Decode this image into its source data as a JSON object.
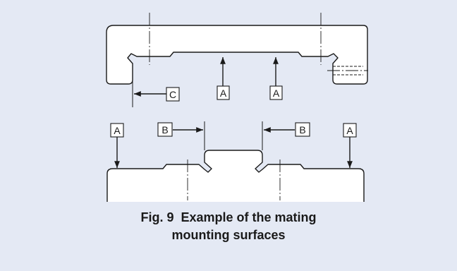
{
  "figure": {
    "caption_line1": "Fig. 9  Example of the mating",
    "caption_line2": "mounting surfaces"
  },
  "labels": {
    "ref_a": "A",
    "ref_b": "B",
    "ref_c": "C"
  },
  "colors": {
    "panel_background": "#e4e9f4",
    "line": "#1a1a1a",
    "part_fill": "#ffffff"
  }
}
